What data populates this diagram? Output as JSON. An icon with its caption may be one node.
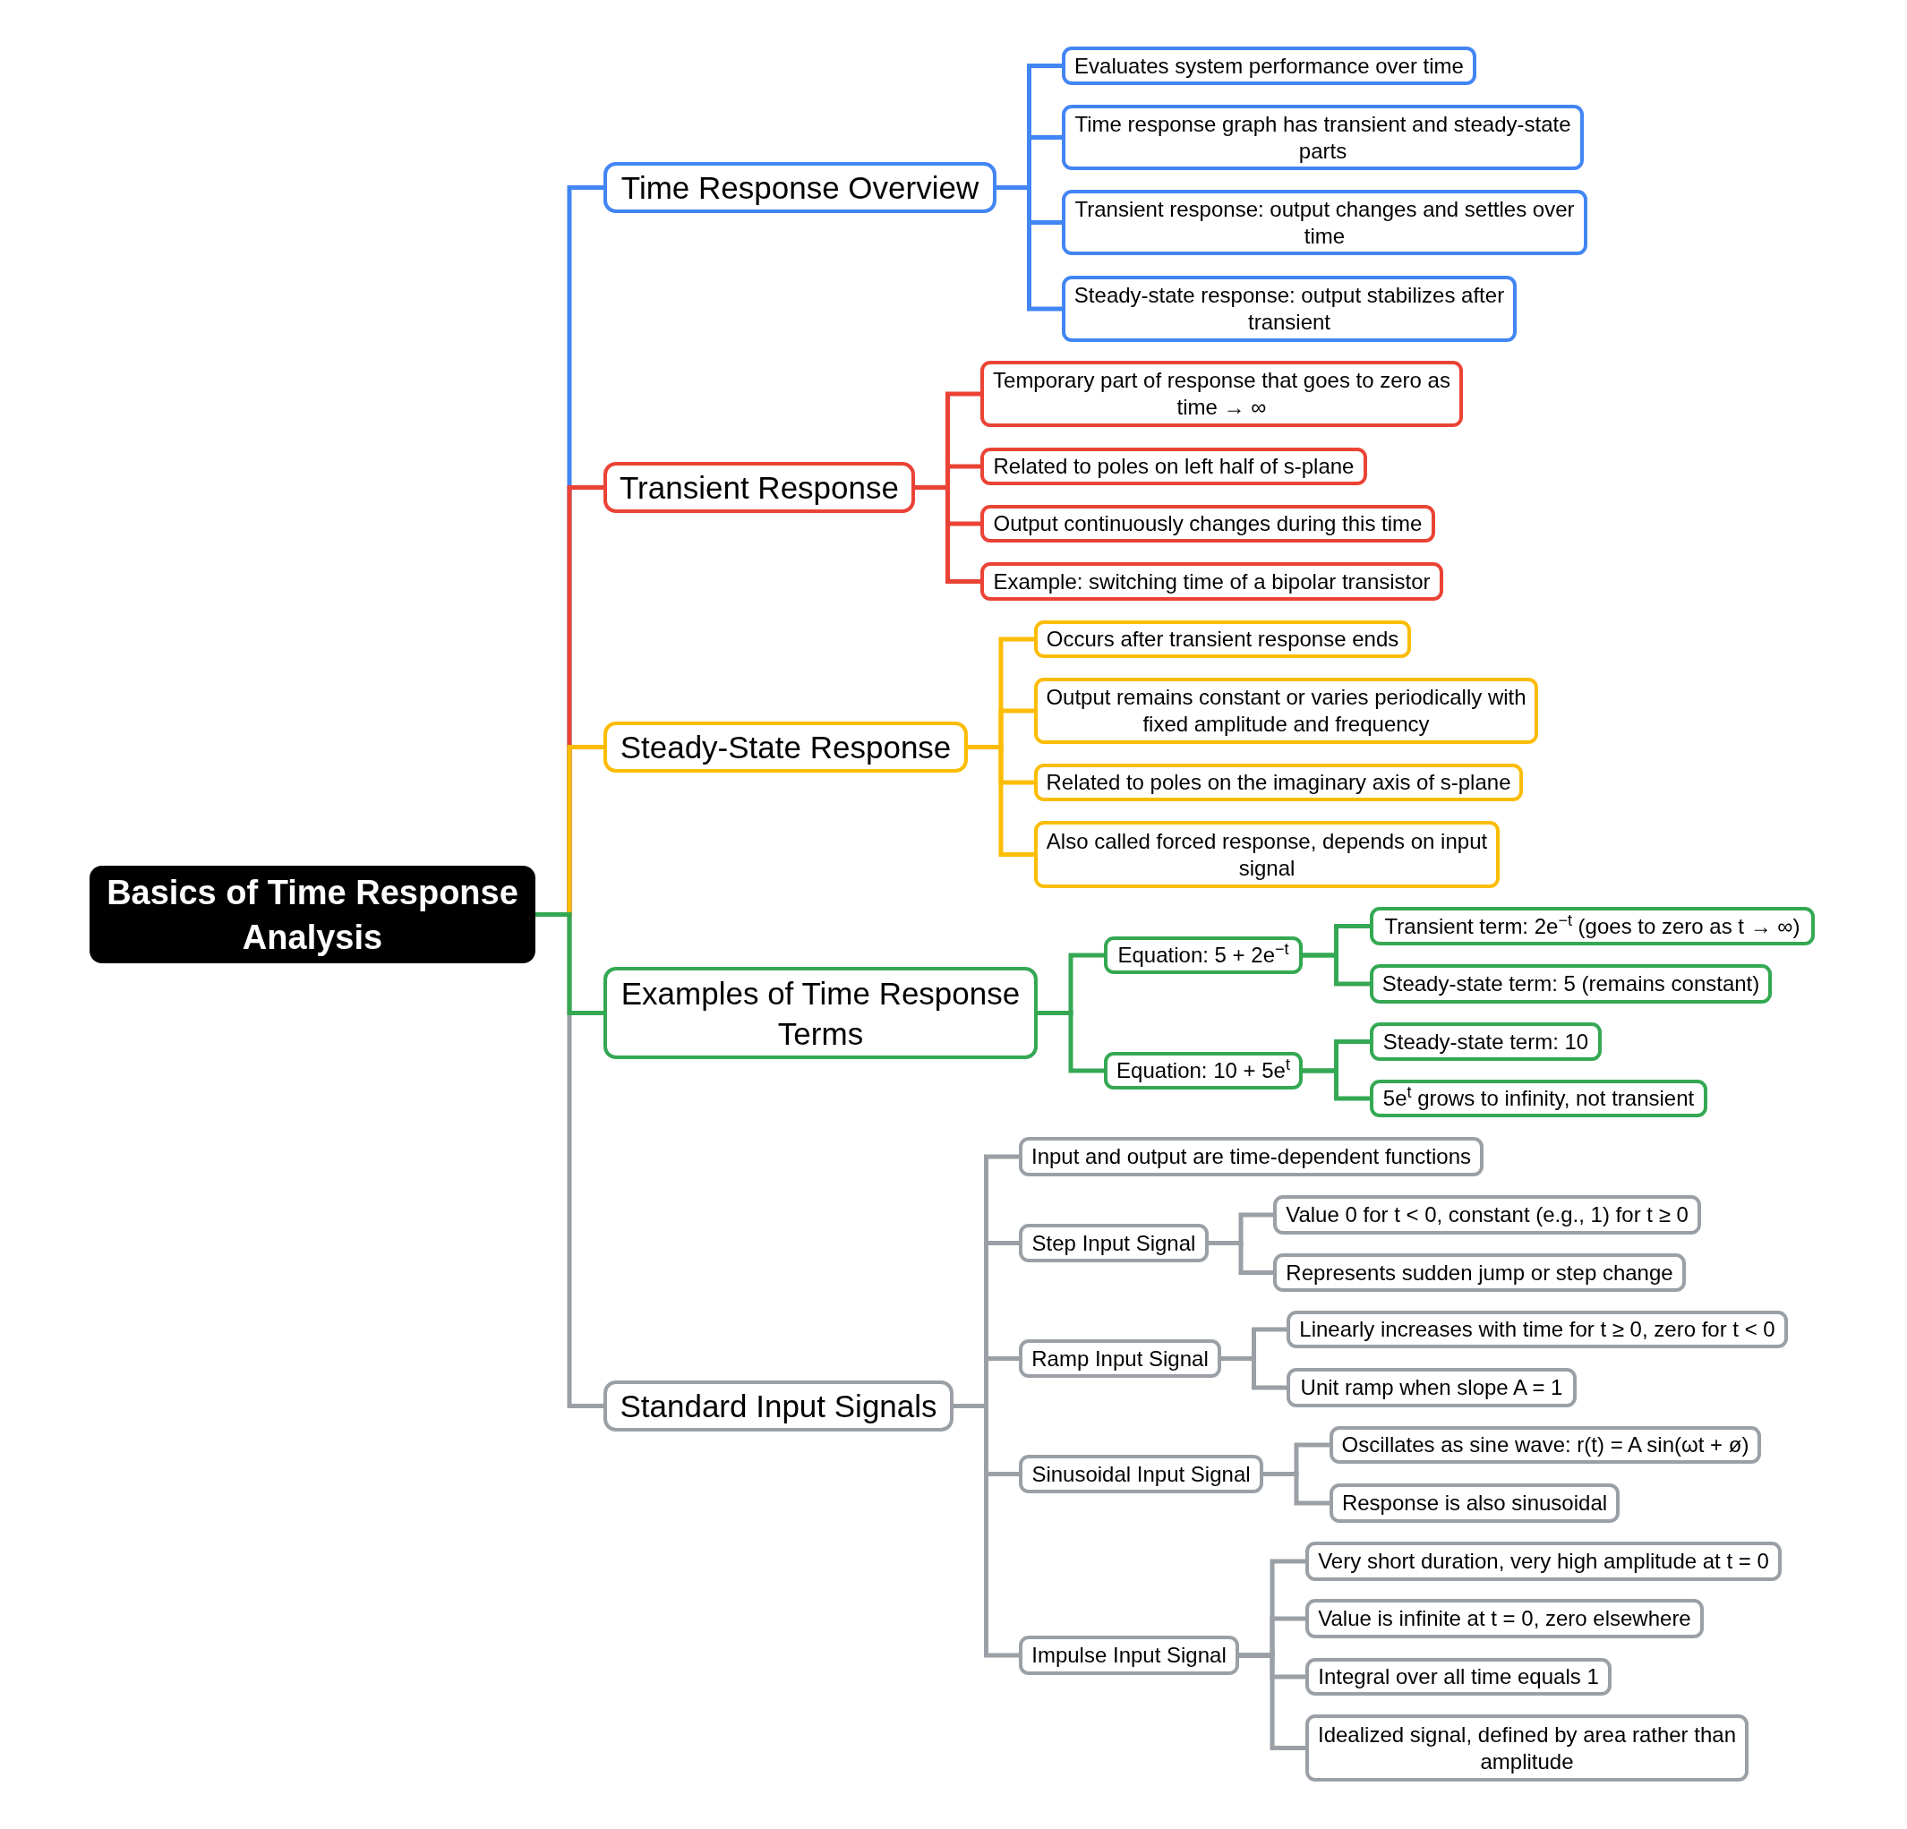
{
  "diagram": {
    "nodes": [
      {
        "text": [
          "Basics of Time Response Analysis"
        ]
      },
      {
        "text": [
          "Time Response Overview"
        ]
      },
      {
        "text": [
          "Evaluates system performance over time"
        ]
      },
      {
        "text": [
          "Time response graph has transient and steady-state parts"
        ]
      },
      {
        "text": [
          "Transient response: output changes and settles over time"
        ]
      },
      {
        "text": [
          "Steady-state response: output stabilizes after transient"
        ]
      },
      {
        "text": [
          "Transient Response"
        ]
      },
      {
        "text": [
          "Temporary part of response that goes to zero as time → ∞"
        ]
      },
      {
        "text": [
          "Related to poles on left half of s-plane"
        ]
      },
      {
        "text": [
          "Output continuously changes during this time"
        ]
      },
      {
        "text": [
          "Example: switching time of a bipolar transistor"
        ]
      },
      {
        "text": [
          "Steady-State Response"
        ]
      },
      {
        "text": [
          "Occurs after transient response ends"
        ]
      },
      {
        "text": [
          "Output remains constant or varies periodically with fixed amplitude and frequency"
        ]
      },
      {
        "text": [
          "Related to poles on the imaginary axis of s-plane"
        ]
      },
      {
        "text": [
          "Also called forced response, depends on input signal"
        ]
      },
      {
        "text": [
          "Examples of Time Response Terms"
        ]
      },
      {
        "text": [
          "Equation: 5 + 2e$^{−t}$"
        ]
      },
      {
        "text": [
          "Transient term: 2e$^{−t}$ (goes to zero as t → ∞)"
        ]
      },
      {
        "text": [
          "Steady-state term: 5 (remains constant)"
        ]
      },
      {
        "text": [
          "Equation: 10 + 5e$^{t}$"
        ]
      },
      {
        "text": [
          "Steady-state term: 10"
        ]
      },
      {
        "text": [
          "5e$^{t}$ grows to infinity, not transient"
        ]
      },
      {
        "text": [
          "Standard Input Signals"
        ]
      },
      {
        "text": [
          "Input and output are time-dependent functions"
        ]
      },
      {
        "text": [
          "Step Input Signal"
        ]
      },
      {
        "text": [
          "Value 0 for t < 0, constant (e.g., 1) for t ≥ 0"
        ]
      },
      {
        "text": [
          "Represents sudden jump or step change"
        ]
      },
      {
        "text": [
          "Ramp Input Signal"
        ]
      },
      {
        "text": [
          "Linearly increases with time for t ≥ 0, zero for t < 0"
        ]
      },
      {
        "text": [
          "Unit ramp when slope A = 1"
        ]
      },
      {
        "text": [
          "Sinusoidal Input Signal"
        ]
      },
      {
        "text": [
          "Oscillates as sine wave: r(t) = A sin(ωt + ø)"
        ]
      },
      {
        "text": [
          "Response is also sinusoidal"
        ]
      },
      {
        "text": [
          "Impulse Input Signal"
        ]
      },
      {
        "text": [
          "Very short duration, very high amplitude at t = 0"
        ]
      },
      {
        "text": [
          "Value is infinite at t = 0, zero elsewhere"
        ]
      },
      {
        "text": [
          "Integral over all time equals 1"
        ]
      },
      {
        "text": [
          "Idealized signal, defined by area rather than amplitude"
        ]
      }
    ],
    "edges": [
      {
        "from": 0,
        "to": 1,
        "arrow": "none",
        "color": "#4285f4"
      },
      {
        "from": 1,
        "to": 2,
        "arrow": "none",
        "color": "#4285f4"
      },
      {
        "from": 1,
        "to": 3,
        "arrow": "none",
        "color": "#4285f4"
      },
      {
        "from": 1,
        "to": 4,
        "arrow": "none",
        "color": "#4285f4"
      },
      {
        "from": 1,
        "to": 5,
        "arrow": "none",
        "color": "#4285f4"
      },
      {
        "from": 0,
        "to": 6,
        "arrow": "none",
        "color": "#ea4335"
      },
      {
        "from": 6,
        "to": 7,
        "arrow": "none",
        "color": "#ea4335"
      },
      {
        "from": 6,
        "to": 8,
        "arrow": "none",
        "color": "#ea4335"
      },
      {
        "from": 6,
        "to": 9,
        "arrow": "none",
        "color": "#ea4335"
      },
      {
        "from": 6,
        "to": 10,
        "arrow": "none",
        "color": "#ea4335"
      },
      {
        "from": 0,
        "to": 11,
        "arrow": "none",
        "color": "#fbbc04"
      },
      {
        "from": 11,
        "to": 12,
        "arrow": "none",
        "color": "#fbbc04"
      },
      {
        "from": 11,
        "to": 13,
        "arrow": "none",
        "color": "#fbbc04"
      },
      {
        "from": 11,
        "to": 14,
        "arrow": "none",
        "color": "#fbbc04"
      },
      {
        "from": 11,
        "to": 15,
        "arrow": "none",
        "color": "#fbbc04"
      },
      {
        "from": 0,
        "to": 16,
        "arrow": "none",
        "color": "#34a853"
      },
      {
        "from": 16,
        "to": 17,
        "arrow": "none",
        "color": "#34a853"
      },
      {
        "from": 17,
        "to": 18,
        "arrow": "none",
        "color": "#34a853"
      },
      {
        "from": 17,
        "to": 19,
        "arrow": "none",
        "color": "#34a853"
      },
      {
        "from": 16,
        "to": 20,
        "arrow": "none",
        "color": "#34a853"
      },
      {
        "from": 20,
        "to": 21,
        "arrow": "none",
        "color": "#34a853"
      },
      {
        "from": 20,
        "to": 22,
        "arrow": "none",
        "color": "#34a853"
      },
      {
        "from": 0,
        "to": 23,
        "arrow": "none"
      },
      {
        "from": 23,
        "to": 24,
        "arrow": "none"
      },
      {
        "from": 23,
        "to": 25,
        "arrow": "none"
      },
      {
        "from": 25,
        "to": 26,
        "arrow": "none"
      },
      {
        "from": 25,
        "to": 27,
        "arrow": "none"
      },
      {
        "from": 23,
        "to": 28,
        "arrow": "none"
      },
      {
        "from": 28,
        "to": 29,
        "arrow": "none"
      },
      {
        "from": 28,
        "to": 30,
        "arrow": "none"
      },
      {
        "from": 23,
        "to": 31,
        "arrow": "none"
      },
      {
        "from": 31,
        "to": 32,
        "arrow": "none"
      },
      {
        "from": 31,
        "to": 33,
        "arrow": "none"
      },
      {
        "from": 23,
        "to": 34,
        "arrow": "none"
      },
      {
        "from": 34,
        "to": 35,
        "arrow": "none"
      },
      {
        "from": 34,
        "to": 36,
        "arrow": "none"
      },
      {
        "from": 34,
        "to": 37,
        "arrow": "none"
      },
      {
        "from": 34,
        "to": 38,
        "arrow": "none"
      }
    ]
  }
}
